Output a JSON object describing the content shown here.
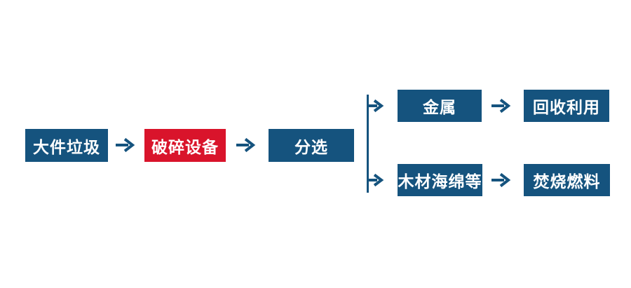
{
  "diagram": {
    "type": "flowchart",
    "direction": "left-to-right",
    "colors": {
      "primary_blue": "#15537E",
      "accent_red": "#D9142B",
      "node_text": "#FFFFFF",
      "background": "#FFFFFF"
    },
    "icons": {
      "arrow_right": "→"
    },
    "nodes": {
      "bulky_waste": {
        "label": "大件垃圾",
        "fill": "#15537E"
      },
      "crushing_equipment": {
        "label": "破碎设备",
        "fill": "#D9142B"
      },
      "sorting": {
        "label": "分选",
        "fill": "#15537E"
      },
      "metal": {
        "label": "金属",
        "fill": "#15537E"
      },
      "recycling": {
        "label": "回收利用",
        "fill": "#15537E"
      },
      "wood_sponge_etc": {
        "label": "木材海绵等",
        "fill": "#15537E"
      },
      "incineration_fuel": {
        "label": "焚烧燃料",
        "fill": "#15537E"
      }
    },
    "edges": [
      {
        "from": "bulky_waste",
        "to": "crushing_equipment"
      },
      {
        "from": "crushing_equipment",
        "to": "sorting"
      },
      {
        "from": "sorting",
        "to": "metal"
      },
      {
        "from": "sorting",
        "to": "wood_sponge_etc"
      },
      {
        "from": "metal",
        "to": "recycling"
      },
      {
        "from": "wood_sponge_etc",
        "to": "incineration_fuel"
      }
    ]
  }
}
